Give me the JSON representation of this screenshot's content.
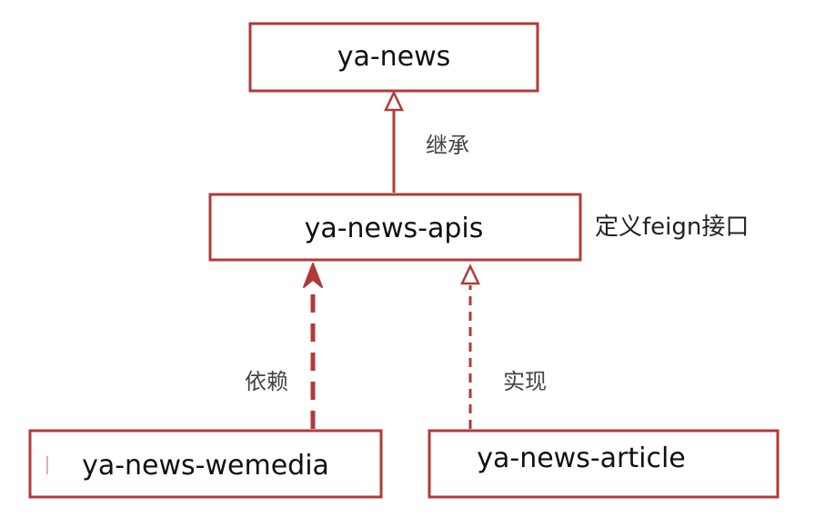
{
  "nodes": {
    "root": "ya-news",
    "apis": "ya-news-apis",
    "wemedia": "ya-news-wemedia",
    "article": "ya-news-article"
  },
  "edges": {
    "inherit": "继承",
    "depend": "依赖",
    "implement": "实现"
  },
  "annotations": {
    "apis_note": "定义feign接口"
  },
  "colors": {
    "stroke": "#b03a3a",
    "text": "#111111",
    "label": "#444444"
  }
}
